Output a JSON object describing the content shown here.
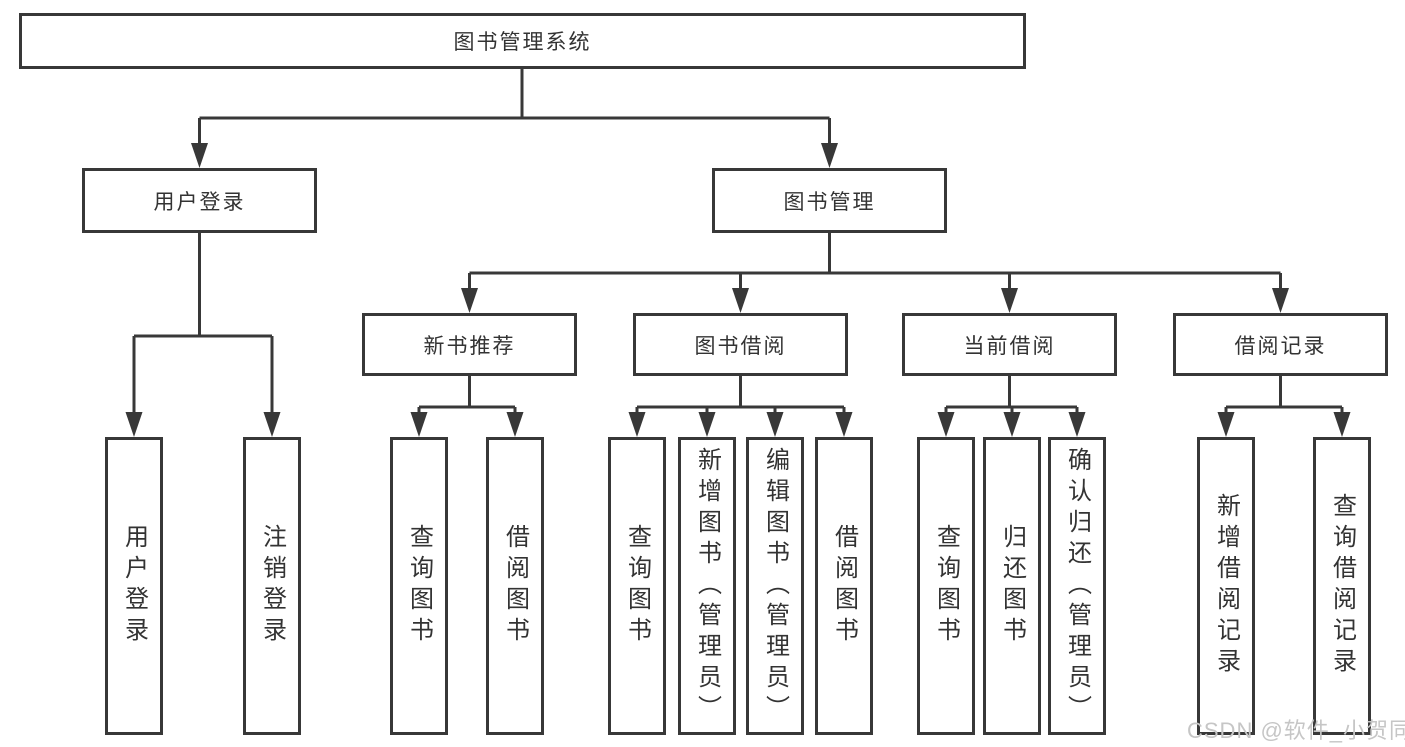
{
  "diagram_type": "hierarchy-tree",
  "tree": {
    "label": "图书管理系统",
    "children": [
      {
        "label": "用户登录",
        "children": [
          {
            "label": "用户登录"
          },
          {
            "label": "注销登录"
          }
        ]
      },
      {
        "label": "图书管理",
        "children": [
          {
            "label": "新书推荐",
            "children": [
              {
                "label": "查询图书"
              },
              {
                "label": "借阅图书"
              }
            ]
          },
          {
            "label": "图书借阅",
            "children": [
              {
                "label": "查询图书"
              },
              {
                "label": "新增图书（管理员）"
              },
              {
                "label": "编辑图书（管理员）"
              },
              {
                "label": "借阅图书"
              }
            ]
          },
          {
            "label": "当前借阅",
            "children": [
              {
                "label": "查询图书"
              },
              {
                "label": "归还图书"
              },
              {
                "label": "确认归还（管理员）"
              }
            ]
          },
          {
            "label": "借阅记录",
            "children": [
              {
                "label": "新增借阅记录"
              },
              {
                "label": "查询借阅记录"
              }
            ]
          }
        ]
      }
    ]
  },
  "watermark": {
    "text": "CSDN @软件_小贺同学"
  },
  "colors": {
    "line": "#383838",
    "box_border": "#383838",
    "text": "#333333",
    "watermark": "#c6c6c6",
    "background": "#ffffff"
  }
}
